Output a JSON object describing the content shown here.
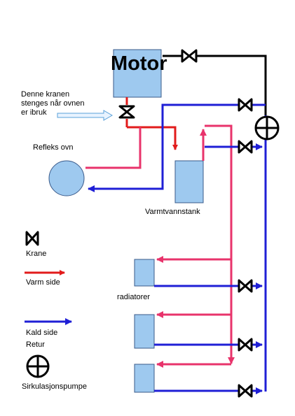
{
  "colors": {
    "hot": "#e8336b",
    "hot_arrow": "#e21b1b",
    "cold": "#1f1fd6",
    "return": "#0000ff",
    "tank_fill": "#9ec9ef",
    "tank_stroke": "#3a5a8a",
    "black": "#000000"
  },
  "motor": {
    "title": "Motor"
  },
  "note": {
    "line1": "Denne kranen",
    "line2": "stenges når ovnen",
    "line3": "er ibruk"
  },
  "oven": {
    "label": "Refleks ovn"
  },
  "tank": {
    "label": "Varmtvannstank"
  },
  "radiators": {
    "label": "radiatorer"
  },
  "legend": {
    "valve": "Krane",
    "hot_side": "Varm side",
    "cold_side": "Kald side",
    "return": "Retur",
    "pump": "Sirkulasjonspumpe"
  }
}
